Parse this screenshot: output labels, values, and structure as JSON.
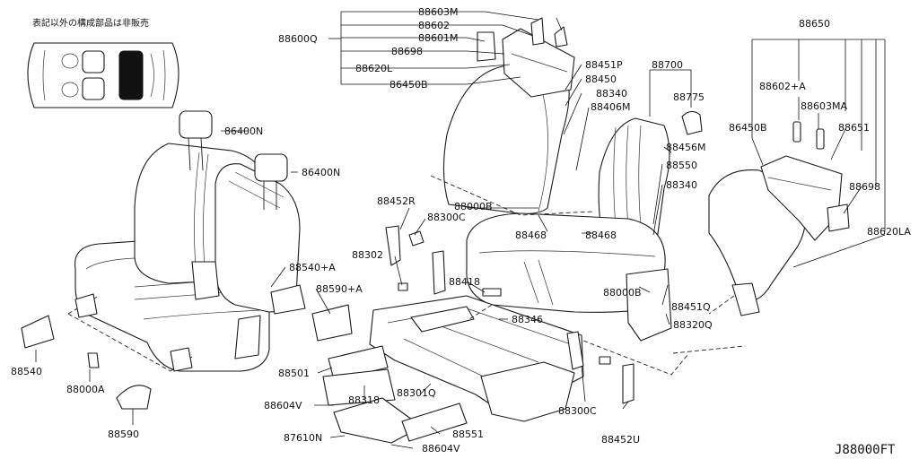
{
  "diagram": {
    "note": "表記以外の構成部品は非販売",
    "figure_code": "J88000FT",
    "parts": {
      "p_88603M": "88603M",
      "p_88602": "88602",
      "p_88601M": "88601M",
      "p_88600Q": "88600Q",
      "p_88698_l": "88698",
      "p_88620L": "88620L",
      "p_86450B_l": "86450B",
      "p_86400N_a": "86400N",
      "p_86400N_b": "86400N",
      "p_88451P": "88451P",
      "p_88450": "88450",
      "p_88340_a": "88340",
      "p_88406M": "88406M",
      "p_88700": "88700",
      "p_88775": "88775",
      "p_88456M": "88456M",
      "p_88550": "88550",
      "p_88340_b": "88340",
      "p_88650": "88650",
      "p_88602A": "88602+A",
      "p_88603MA": "88603MA",
      "p_86450B_r": "86450B",
      "p_88651": "88651",
      "p_88698_r": "88698",
      "p_88620LA": "88620LA",
      "p_88452R": "88452R",
      "p_88000B_a": "88000B",
      "p_88300C_a": "88300C",
      "p_88468_a": "88468",
      "p_88468_b": "88468",
      "p_88302": "88302",
      "p_88540A": "88540+A",
      "p_88590A": "88590+A",
      "p_88418": "88418",
      "p_88346": "88346",
      "p_88000B_b": "88000B",
      "p_88451Q": "88451Q",
      "p_88320Q": "88320Q",
      "p_88540": "88540",
      "p_88000A": "88000A",
      "p_88590": "88590",
      "p_88501": "88501",
      "p_88318": "88318",
      "p_88301Q": "88301Q",
      "p_88604V_a": "88604V",
      "p_88300C_b": "88300C",
      "p_88452U": "88452U",
      "p_87610N": "87610N",
      "p_88551": "88551",
      "p_88604V_b": "88604V"
    }
  }
}
